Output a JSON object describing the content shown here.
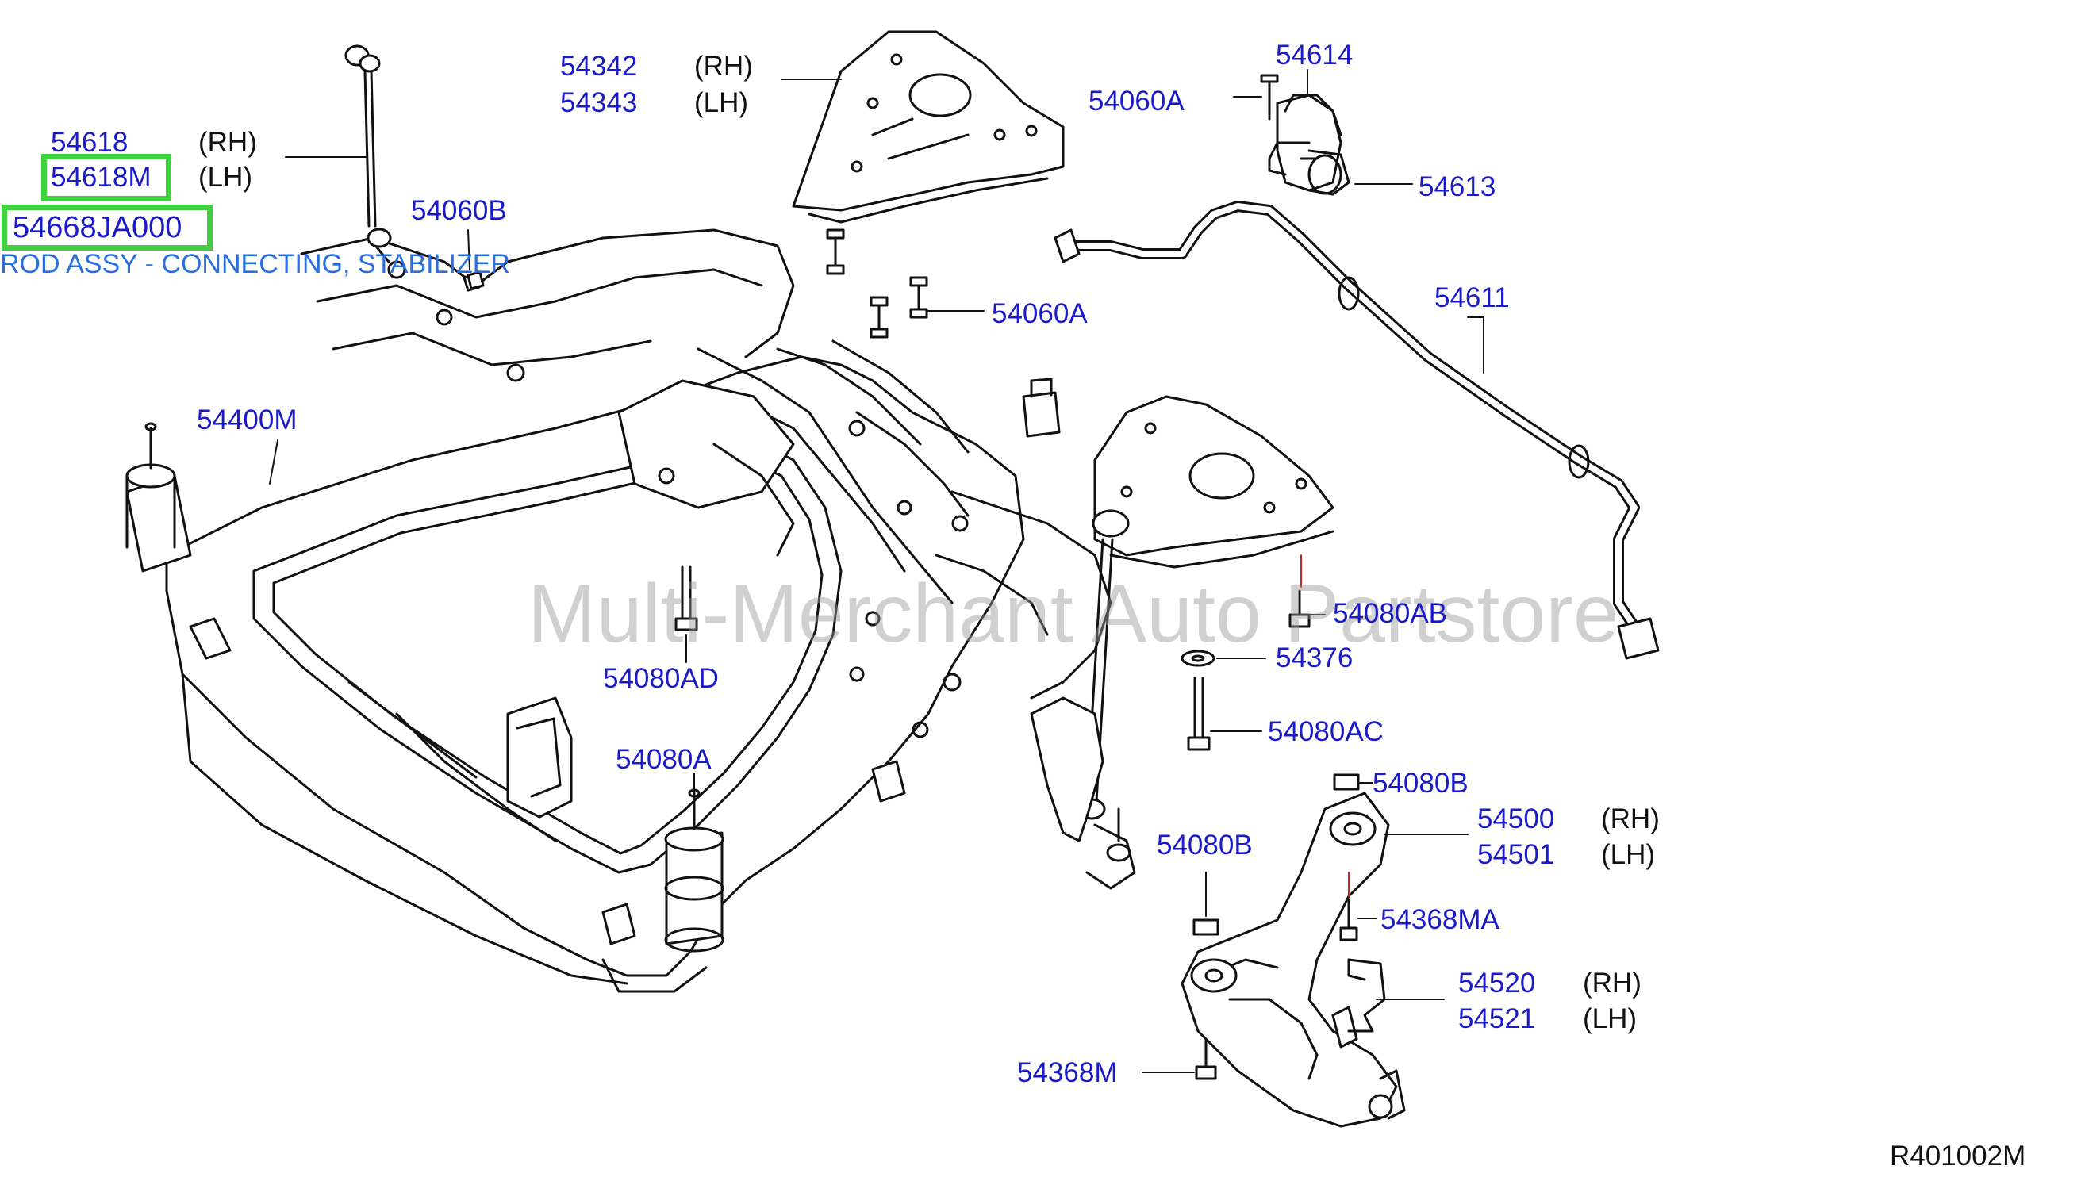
{
  "watermark": "Multi-Merchant Auto Partstore",
  "diagram_ref": "R401002M",
  "highlight_color": "#3fd13f",
  "label_color": "#1a1ac8",
  "description_color": "#2a6fe0",
  "highlighted_part": {
    "part_number": "54668JA000",
    "description": "ROD ASSY - CONNECTING, STABILIZER"
  },
  "labels": {
    "p54618": "54618",
    "p54618M": "54618M",
    "p54342": "54342",
    "p54343": "54343",
    "p54060A_top": "54060A",
    "p54614": "54614",
    "p54613": "54613",
    "p54060B": "54060B",
    "p54060A_mid": "54060A",
    "p54611": "54611",
    "p54400M": "54400M",
    "p54080AB": "54080AB",
    "p54376": "54376",
    "p54080AD": "54080AD",
    "p54080AC": "54080AC",
    "p54080A": "54080A",
    "p54080B_right": "54080B",
    "p54500": "54500",
    "p54501": "54501",
    "p54080B_left": "54080B",
    "p54368MA": "54368MA",
    "p54520": "54520",
    "p54521": "54521",
    "p54368M": "54368M"
  },
  "sides": {
    "rh": "(RH)",
    "lh": "(LH)"
  }
}
